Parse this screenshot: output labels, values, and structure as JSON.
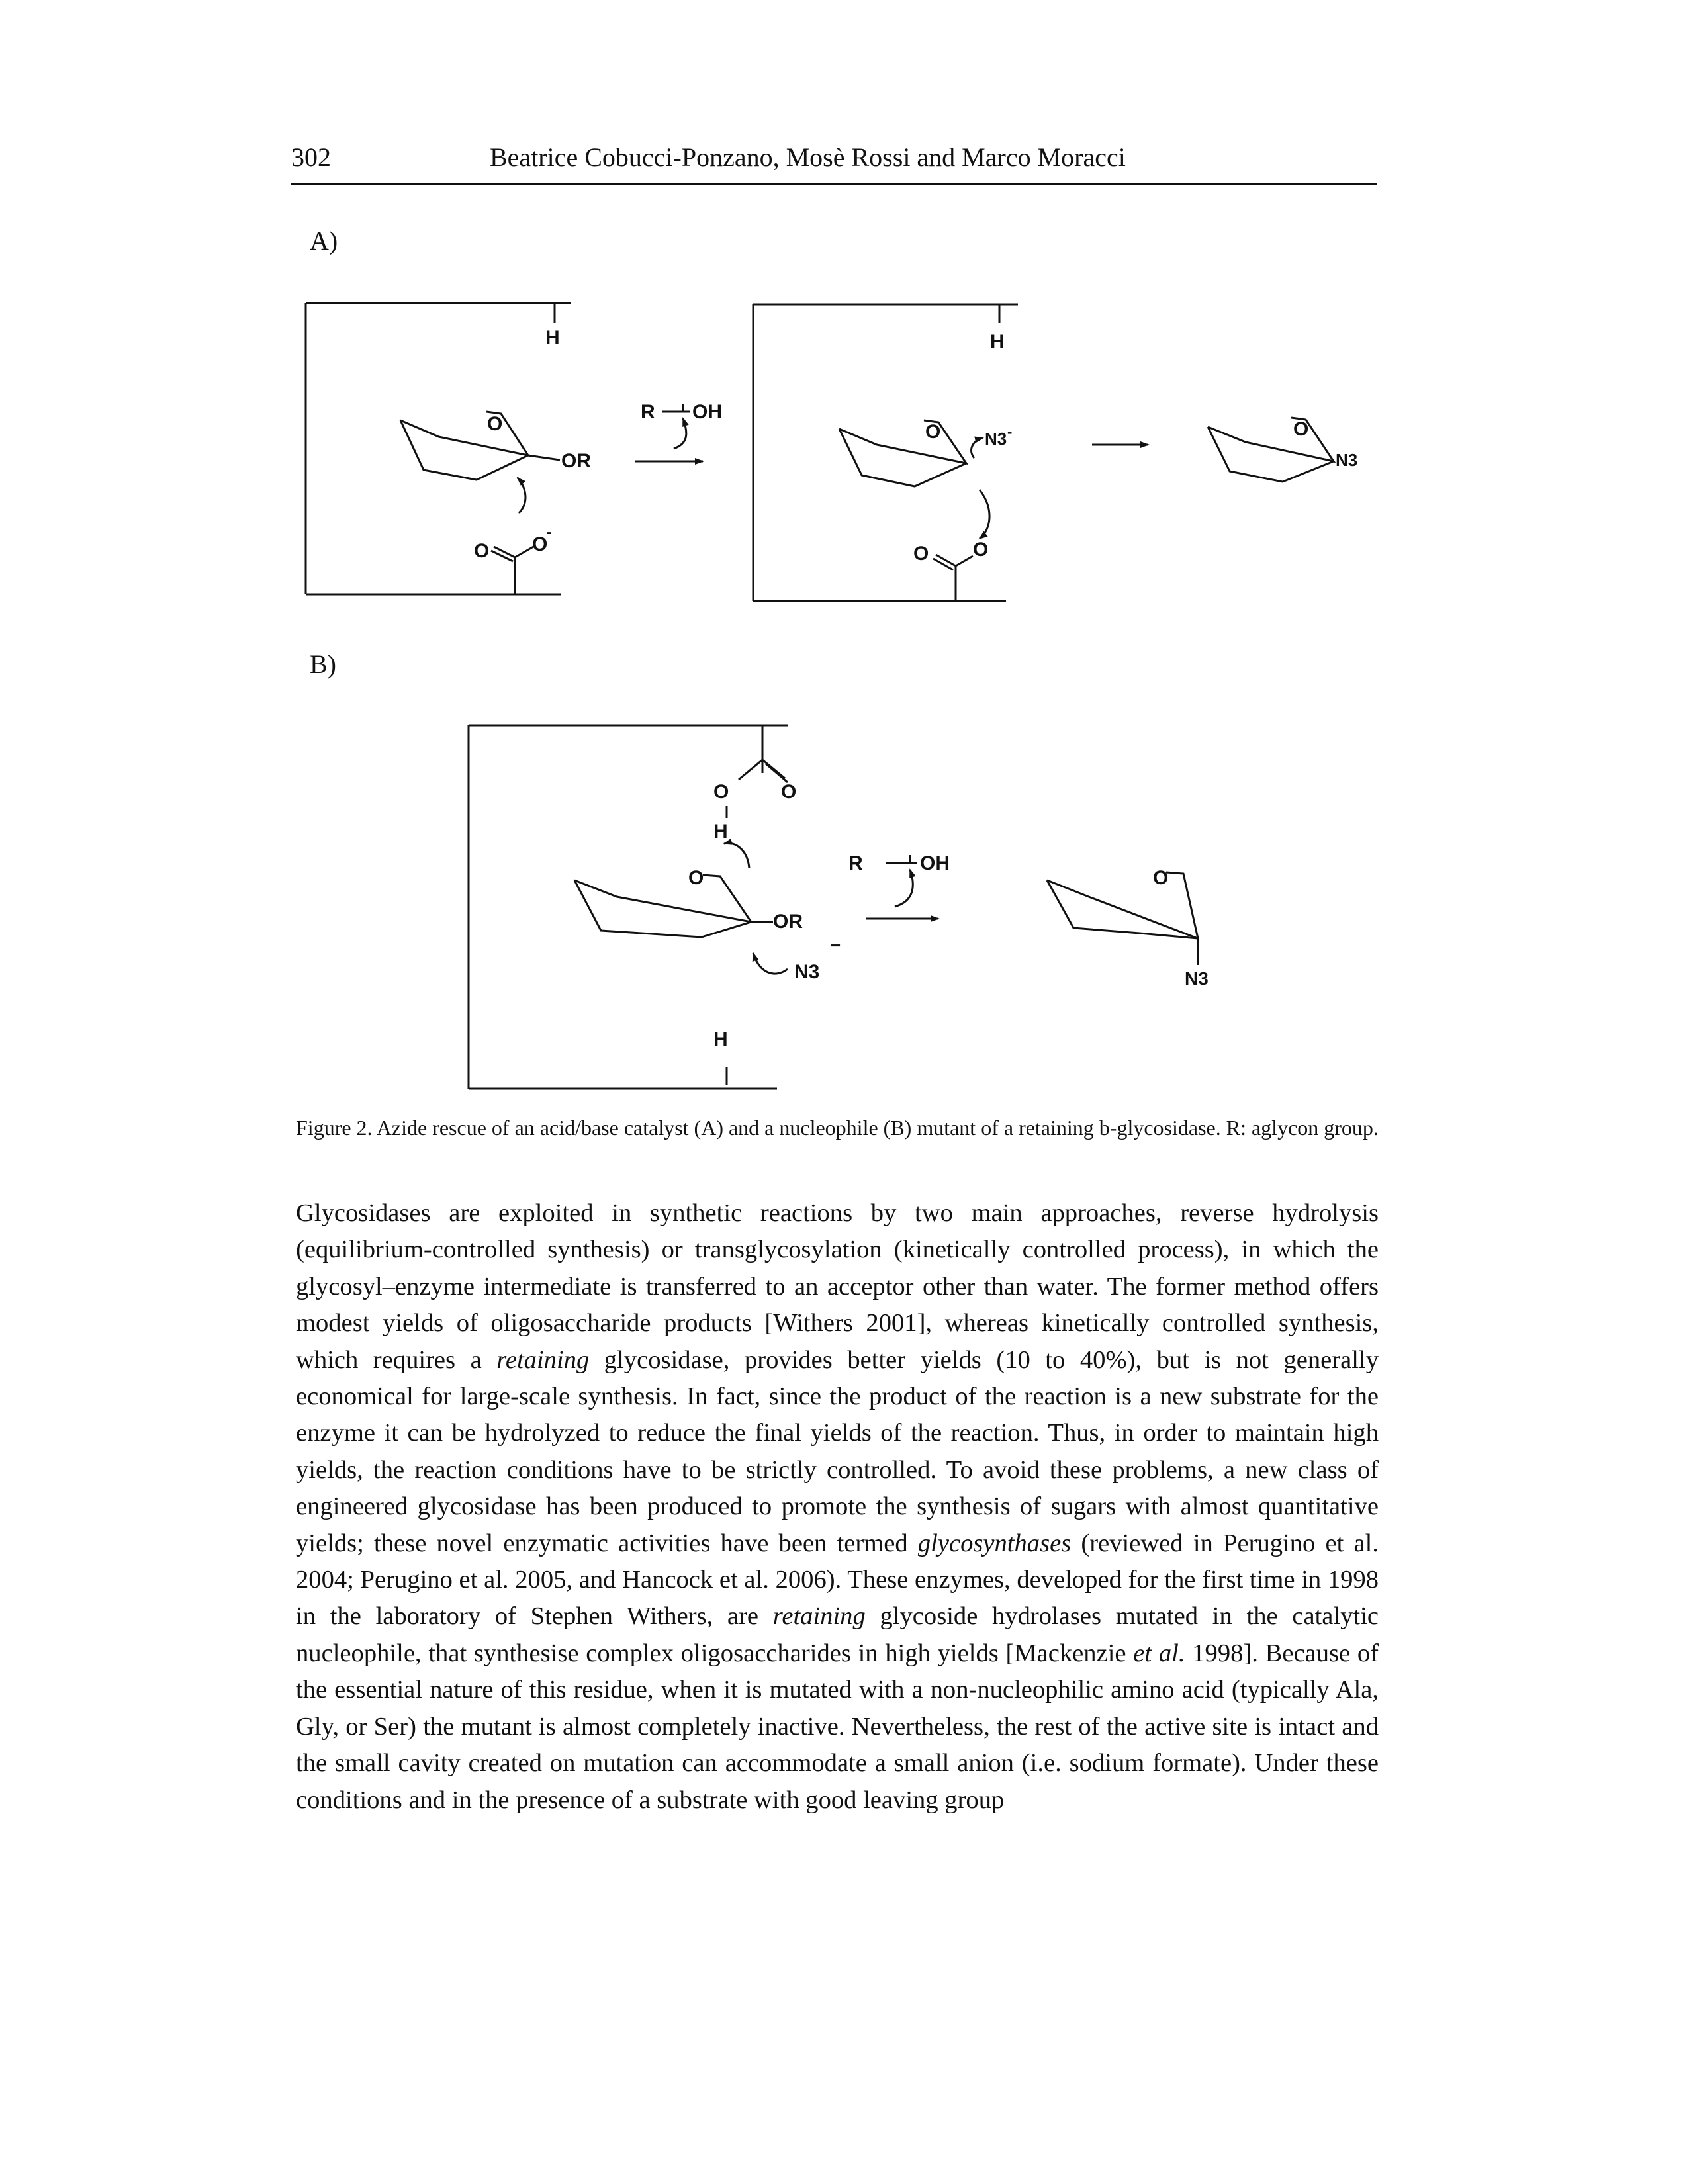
{
  "header": {
    "page_number": "302",
    "running_head": "Beatrice Cobucci-Ponzano, Mosè Rossi and Marco Moracci"
  },
  "figure": {
    "panel_a_label": "A)",
    "panel_b_label": "B)",
    "labels": {
      "H": "H",
      "O": "O",
      "OR": "OR",
      "R_OH_R": "R",
      "R_OH_OH": "OH",
      "N3": "N3",
      "minus": "-",
      "minus_sup": "−"
    },
    "caption": "Figure 2. Azide rescue of an acid/base catalyst (A) and a nucleophile (B) mutant of a retaining b-glycosidase. R: aglycon group."
  },
  "body": {
    "p1_a": "Glycosidases are exploited in synthetic reactions by two main approaches, reverse hydrolysis (equilibrium-controlled synthesis) or transglycosylation (kinetically controlled process), in which the glycosyl–enzyme intermediate is transferred to an acceptor other than water. The former method offers modest yields of oligosaccharide products [Withers 2001], whereas kinetically controlled synthesis, which requires a ",
    "p1_retaining1": "retaining",
    "p1_b": " glycosidase, provides better yields (10 to 40%), but is not generally economical for large-scale synthesis. In fact, since the product of the reaction is a new substrate for the enzyme it can be hydrolyzed to reduce the final yields of the reaction. Thus, in order to maintain high yields, the reaction conditions have to be strictly controlled. To avoid these problems, a new class of engineered glycosidase has been produced to promote the synthesis of sugars with almost quantitative yields; these novel enzymatic activities have been termed ",
    "p1_glycosynthases": "glycosynthases",
    "p1_c": " (reviewed in Perugino et al. 2004; Perugino et al. 2005, and Hancock et al. 2006). These enzymes, developed for the first time in 1998 in the laboratory of Stephen Withers, are ",
    "p1_retaining2": "retaining",
    "p1_d": " glycoside hydrolases mutated in the catalytic nucleophile, that synthesise complex oligosaccharides in high yields [Mackenzie ",
    "p1_etal": "et al.",
    "p1_e": " 1998]. Because of the essential nature of this residue, when it is mutated with a non-nucleophilic amino acid (typically Ala, Gly, or Ser) the mutant is almost completely inactive. Nevertheless, the rest of the active site is intact and the small cavity created on mutation can accommodate a small anion (i.e. sodium formate). Under these conditions and in the presence of a substrate with good leaving group"
  }
}
